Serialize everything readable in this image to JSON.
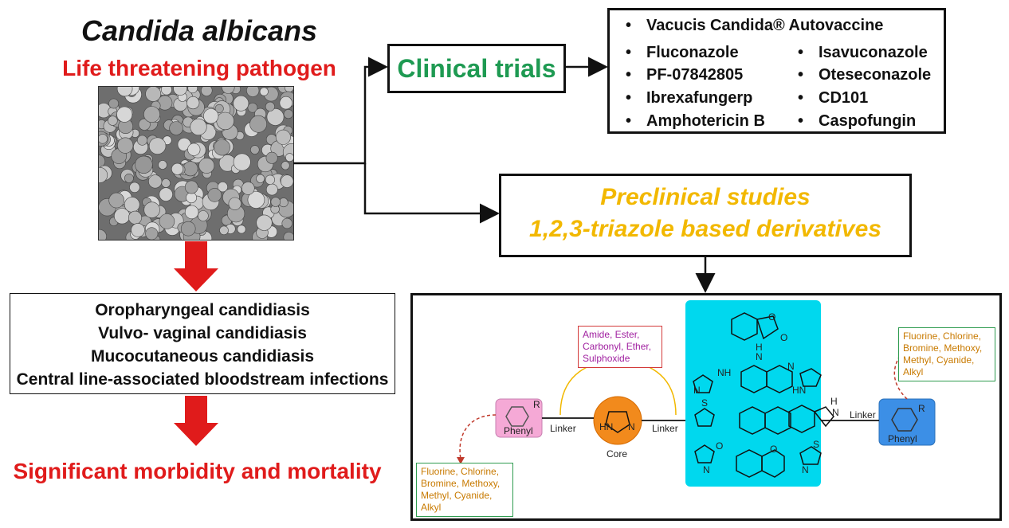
{
  "left": {
    "species": "Candida albicans",
    "pathogen": "Life threatening pathogen",
    "diseases": [
      "Oropharyngeal candidiasis",
      "Vulvo- vaginal candidiasis",
      "Mucocutaneous candidiasis",
      "Central line-associated bloodstream infections"
    ],
    "outcome": "Significant morbidity and mortality"
  },
  "clinical": {
    "label": "Clinical trials",
    "vaccine": "Vacucis Candida® Autovaccine",
    "col1": [
      "Fluconazole",
      "PF-07842805",
      "Ibrexafungerp",
      "Amphotericin B"
    ],
    "col2": [
      "Isavuconazole",
      "Oteseconazole",
      "CD101",
      "Caspofungin"
    ]
  },
  "preclinical": {
    "line1": "Preclinical studies",
    "line2": "1,2,3-triazole based derivatives"
  },
  "scheme": {
    "linker_sub": [
      "Amide,   Ester,",
      "Carbonyl, Ether,",
      "Sulphoxide"
    ],
    "left_sub": [
      "Fluorine, Chlorine,",
      "Bromine, Methoxy,",
      "Methyl,   Cyanide,",
      "Alkyl"
    ],
    "right_sub": [
      "Fluorine, Chlorine,",
      "Bromine, Methoxy,",
      "Methyl,   Cyanide,",
      "Alkyl"
    ],
    "phenyl": "Phenyl",
    "linker": "Linker",
    "core": "Core",
    "r_group": "R",
    "atom_n": "N",
    "atom_hn": "HN",
    "atom_nh": "NH",
    "atom_h": "H",
    "atom_o": "O",
    "atom_s": "S"
  },
  "colors": {
    "red": "#e01b1b",
    "green": "#1e9a52",
    "yellow": "#f2b800",
    "cyan": "#00d8ee",
    "pink": "#f5a9d6",
    "blue": "#3c8fe6",
    "core_orange": "#f28a1c"
  }
}
